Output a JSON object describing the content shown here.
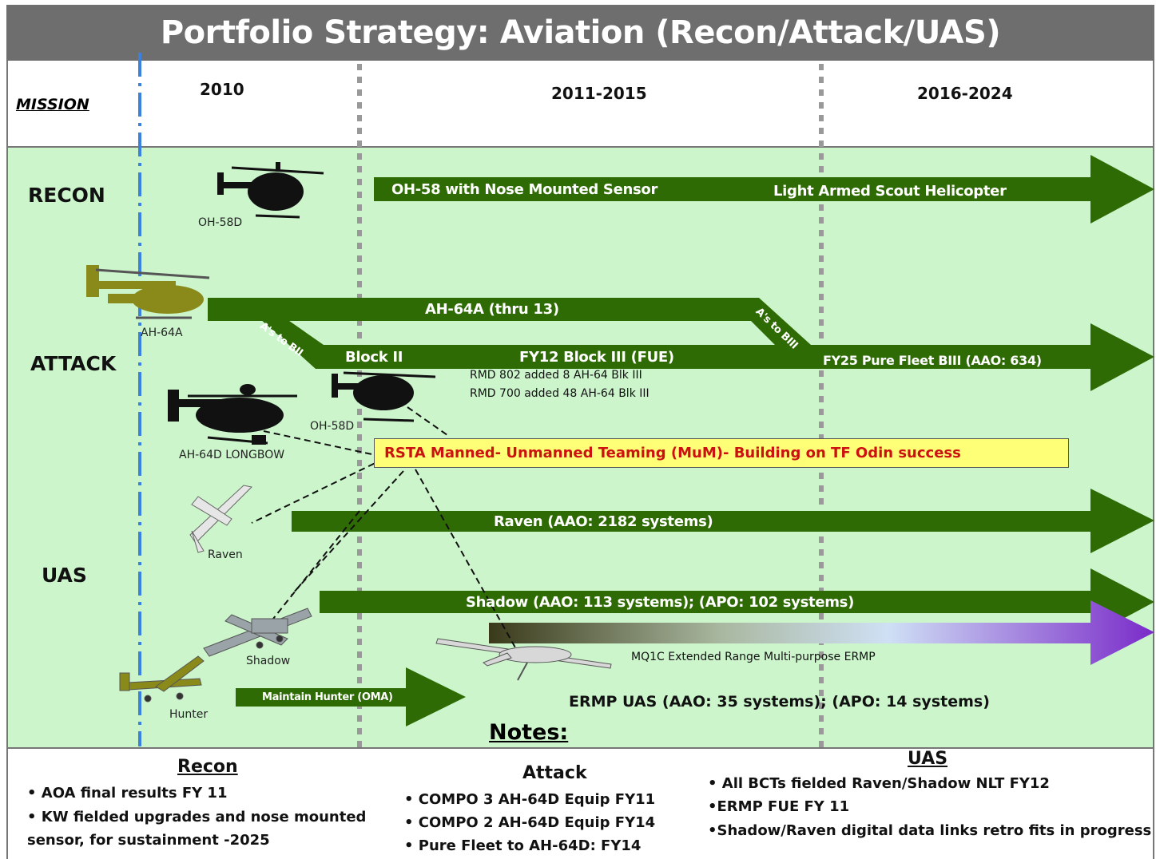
{
  "title": "Portfolio Strategy:  Aviation (Recon/Attack/UAS)",
  "header": {
    "mission_label": "MISSION",
    "periods": [
      "2010",
      "2011-2015",
      "2016-2024"
    ]
  },
  "rows": {
    "recon": "RECON",
    "attack": "ATTACK",
    "uas": "UAS"
  },
  "aircraft": {
    "oh58d_top": "OH-58D",
    "ah64a": "AH-64A",
    "ah64d": "AH-64D  LONGBOW",
    "oh58d_mid": "OH-58D",
    "raven": "Raven",
    "shadow": "Shadow",
    "hunter": "Hunter"
  },
  "bars": {
    "recon_left": "OH-58 with Nose Mounted Sensor",
    "recon_right": "Light Armed Scout Helicopter",
    "ah64a": "AH-64A (thru 13)",
    "as_to_bii_1": "A's to BII",
    "as_to_bii_2": "A's to BIII",
    "block2": "Block II",
    "block3": "FY12 Block III (FUE)",
    "pure_fleet": "FY25 Pure Fleet BIII  (AAO: 634)",
    "rmd802": "RMD 802 added 8 AH-64 Blk III",
    "rmd700": "RMD 700 added 48 AH-64 Blk III",
    "rsta": "RSTA  Manned- Unmanned Teaming (MuM)- Building on TF Odin success",
    "raven": "Raven (AAO: 2182 systems)",
    "shadow": "Shadow (AAO: 113 systems);    (APO: 102 systems)",
    "mq1c": "MQ1C Extended Range Multi-purpose  ERMP",
    "hunter": "Maintain Hunter (OMA)",
    "ermp": "ERMP  UAS  (AAO:  35 systems);   (APO: 14 systems)"
  },
  "notes": {
    "heading": "Notes:",
    "recon": {
      "title": "Recon",
      "items": [
        "• AOA final results FY 11",
        "• KW fielded upgrades and nose mounted",
        "sensor, for sustainment -2025"
      ]
    },
    "attack": {
      "title": "Attack",
      "items": [
        "• COMPO 3 AH-64D Equip FY11",
        "• COMPO 2 AH-64D Equip FY14",
        "•  Pure Fleet to AH-64D: FY14"
      ]
    },
    "uas": {
      "title": "UAS",
      "items": [
        "•  All BCTs fielded Raven/Shadow NLT FY12",
        "•ERMP FUE FY 11",
        "•Shadow/Raven digital data links retro fits in progress"
      ]
    }
  },
  "colors": {
    "bar_green": "#2f6b05",
    "background_green": "#ccf5cc",
    "title_gray": "#6e6e6e",
    "rsta_yellow": "#ffff77",
    "rsta_red": "#cc1111",
    "mq1c_purple": "#7a2bc9",
    "timeline_blue": "#3b82e0"
  }
}
